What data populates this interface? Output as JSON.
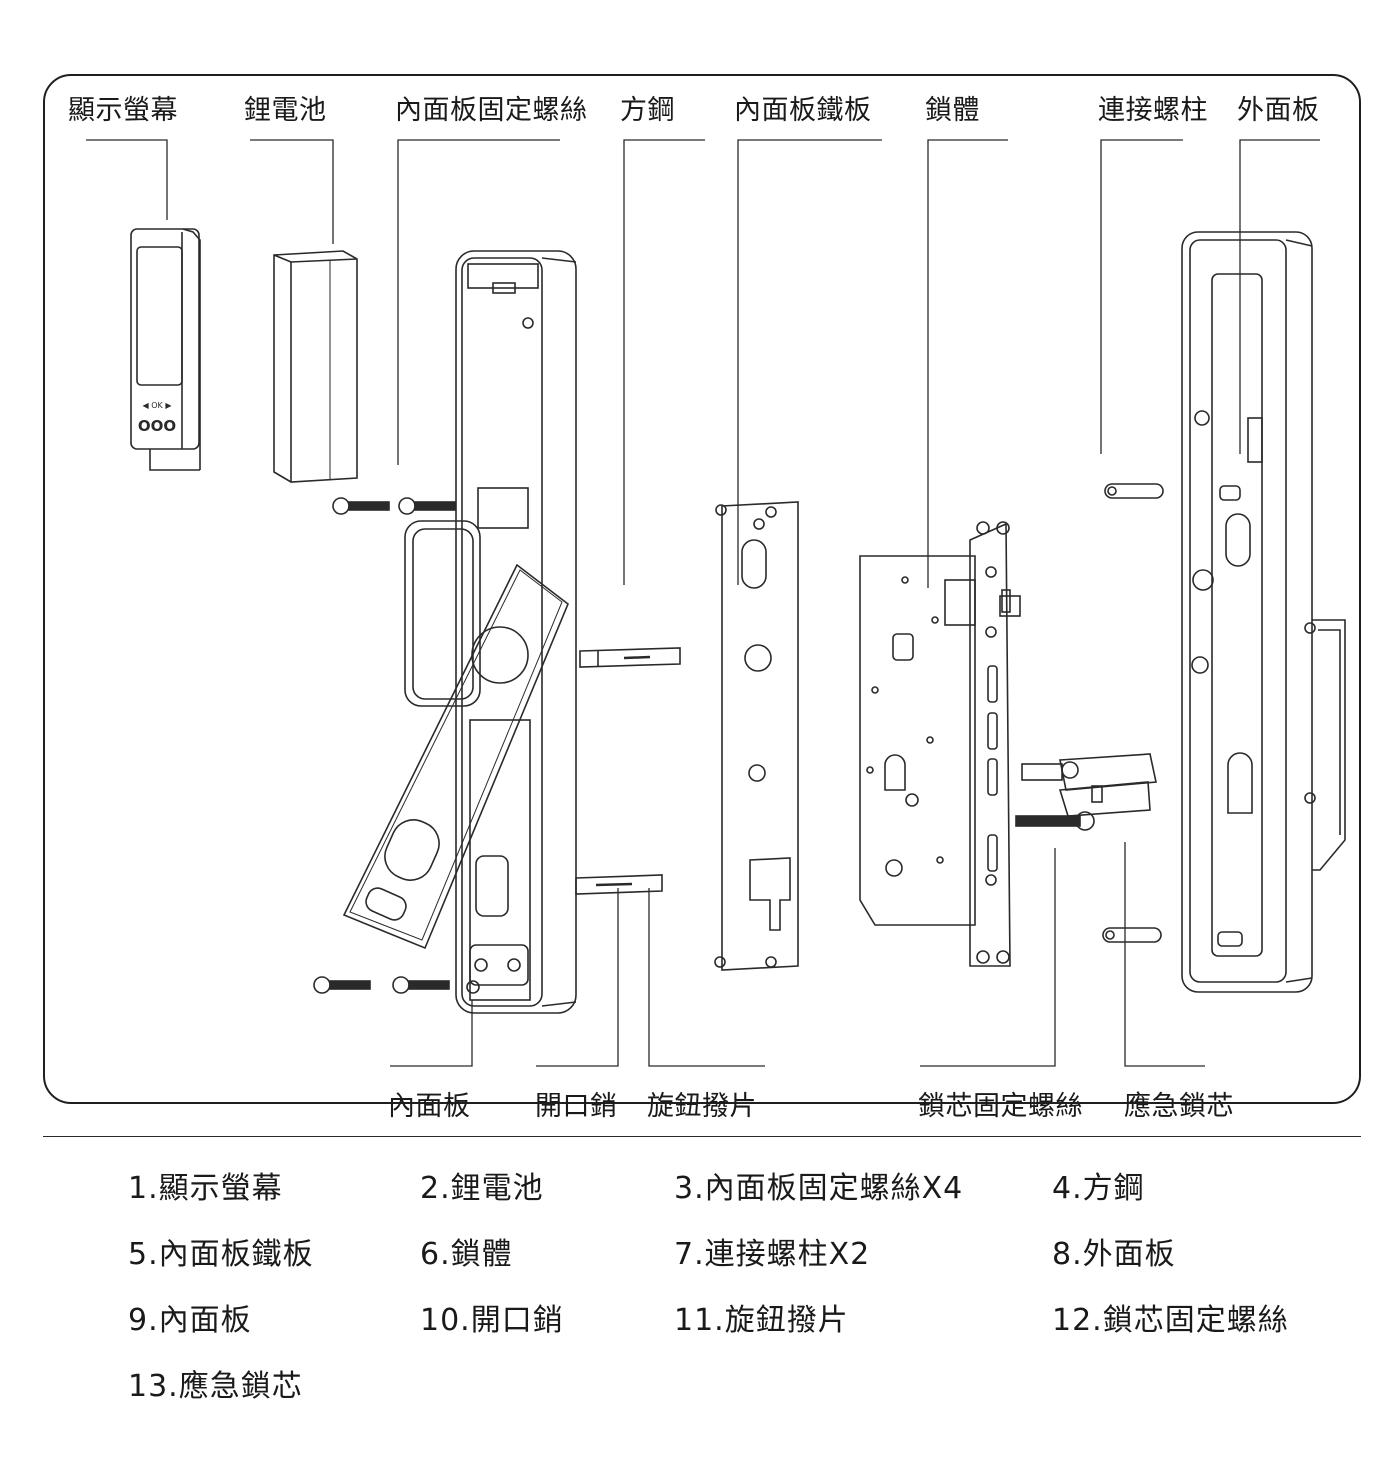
{
  "colors": {
    "stroke": "#2a2a2a",
    "text": "#1a1a1a",
    "background": "#ffffff"
  },
  "top_labels": [
    "顯示螢幕",
    "鋰電池",
    "內面板固定螺絲",
    "方鋼",
    "內面板鐵板",
    "鎖體",
    "連接螺柱",
    "外面板"
  ],
  "bottom_labels": [
    "內面板",
    "開口銷",
    "旋鈕撥片",
    "鎖芯固定螺絲",
    "應急鎖芯"
  ],
  "display_button_text": "◀ OK ▶",
  "display_dots": "OOO",
  "legend": [
    "1.顯示螢幕",
    "2.鋰電池",
    "3.內面板固定螺絲X4",
    "4.方鋼",
    "5.內面板鐵板",
    "6.鎖體",
    "7.連接螺柱X2",
    "8.外面板",
    "9.內面板",
    "10.開口銷",
    "11.旋鈕撥片",
    "12.鎖芯固定螺絲",
    "13.應急鎖芯"
  ]
}
